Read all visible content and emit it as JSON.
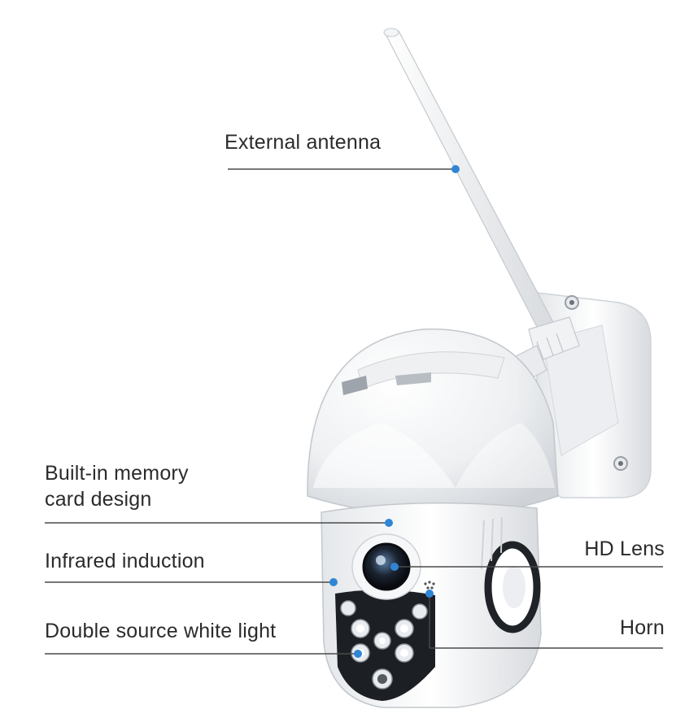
{
  "callouts": {
    "external_antenna": "External antenna",
    "memory_card_line1": "Built-in memory",
    "memory_card_line2": "card design",
    "infrared_induction": "Infrared induction",
    "white_light": "Double source white light",
    "hd_lens": "HD Lens",
    "horn": "Horn"
  },
  "colors": {
    "background": "#ffffff",
    "text": "#2b2b2b",
    "leader_line": "#4a4a4a",
    "callout_dot": "#2f86d6",
    "camera_body": "#f3f4f6",
    "camera_shadow": "#c9ccd1",
    "lens_ring": "#1c1f24"
  },
  "icons": {
    "camera": "ptz-camera-illustration",
    "marker": "blue-dot-marker"
  }
}
